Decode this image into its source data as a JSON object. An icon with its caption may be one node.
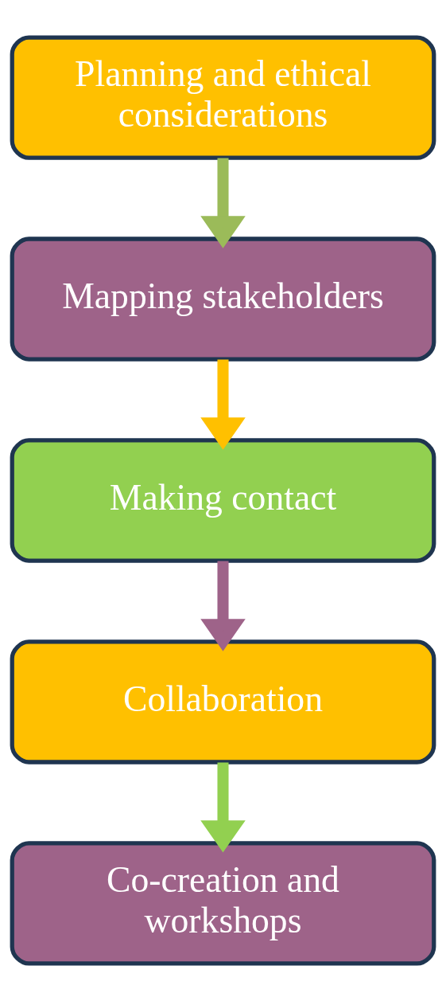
{
  "diagram": {
    "nodes": [
      {
        "text": [
          "Planning and ethical considerations"
        ]
      },
      {
        "text": [
          "Mapping stakeholders"
        ]
      },
      {
        "text": [
          "Making contact"
        ]
      },
      {
        "text": [
          "Collaboration"
        ]
      },
      {
        "text": [
          "Co-creation and workshops"
        ]
      }
    ],
    "edges": [
      {
        "from": 0,
        "to": 1,
        "arrow": "to",
        "color": "#9bbb59"
      },
      {
        "from": 1,
        "to": 2,
        "arrow": "to",
        "color": "#ffc000"
      },
      {
        "from": 2,
        "to": 3,
        "arrow": "to",
        "color": "#9e6389"
      },
      {
        "from": 3,
        "to": 4,
        "arrow": "to",
        "color": "#92d050"
      }
    ]
  }
}
